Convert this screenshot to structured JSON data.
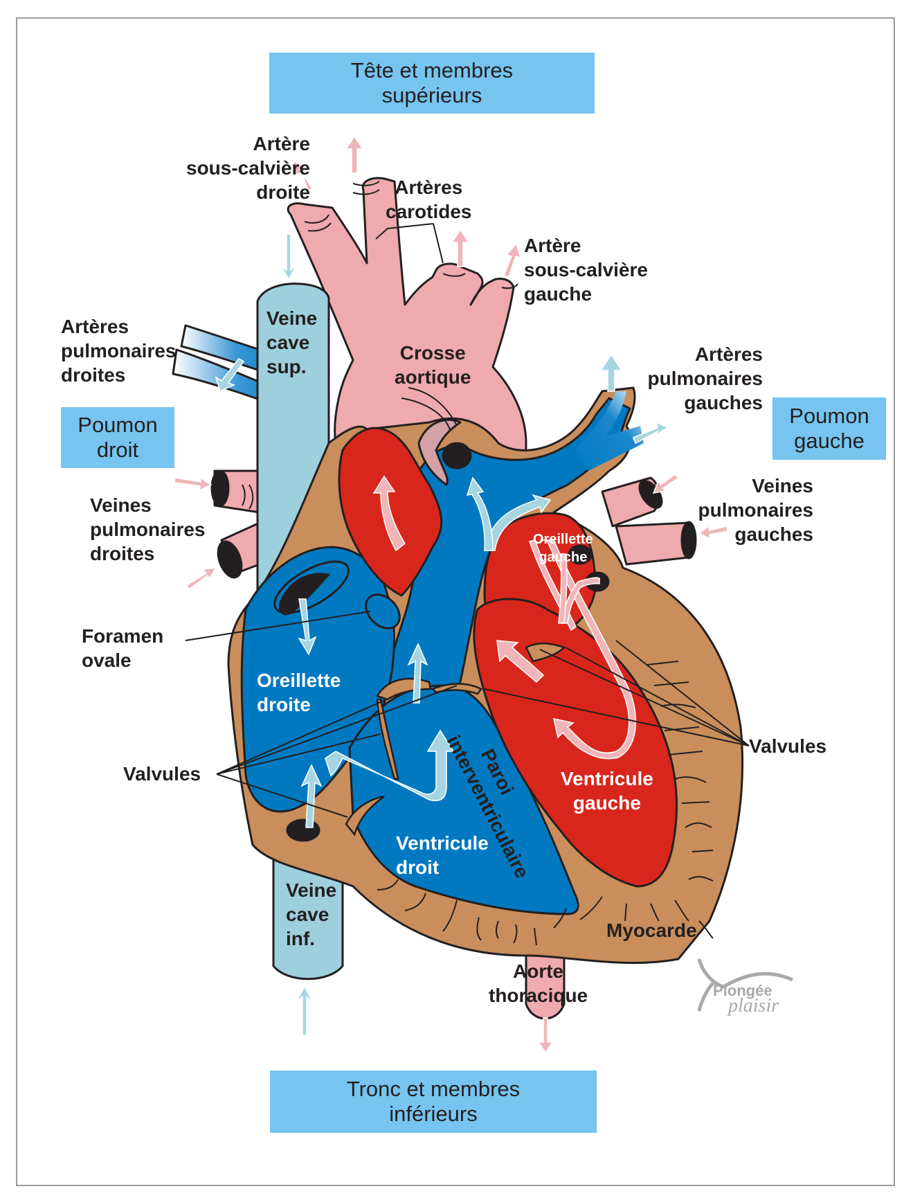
{
  "diagram": {
    "title": "Cœur humain — anatomie et circulation",
    "colors": {
      "box": "#76c4ef",
      "oxygenated_blood": "#d9261c",
      "deoxygenated_blood": "#0079c1",
      "vena_cava": "#9ecfdc",
      "arteries": "#eeaaad",
      "myocardium": "#c98e5b",
      "flow_arrow_blue": "#a7d6e2",
      "flow_arrow_pink": "#f0b5b8",
      "text": "#231f20",
      "watermark": "#a9a9a9"
    },
    "boxes": {
      "top": [
        "Tête et membres",
        "supérieurs"
      ],
      "bottom": [
        "Tronc et membres",
        "inférieurs"
      ],
      "left_lung": [
        "Poumon",
        "droit"
      ],
      "right_lung": [
        "Poumon",
        "gauche"
      ]
    },
    "labels": {
      "right_subclavian": [
        "Artère",
        "sous-calvière",
        "droite"
      ],
      "carotids": [
        "Artères",
        "carotides"
      ],
      "left_subclavian": [
        "Artère",
        "sous-calvière",
        "gauche"
      ],
      "right_pulmonary_arteries": [
        "Artères",
        "pulmonaires",
        "droites"
      ],
      "left_pulmonary_arteries": [
        "Artères",
        "pulmonaires",
        "gauches"
      ],
      "superior_vena_cava": [
        "Veine",
        "cave",
        "sup."
      ],
      "aortic_arch": [
        "Crosse",
        "aortique"
      ],
      "right_pulmonary_veins": [
        "Veines",
        "pulmonaires",
        "droites"
      ],
      "left_pulmonary_veins": [
        "Veines",
        "pulmonaires",
        "gauches"
      ],
      "foramen_ovale": [
        "Foramen",
        "ovale"
      ],
      "right_atrium": [
        "Oreillette",
        "droite"
      ],
      "left_atrium": [
        "Oreillette",
        "gauche"
      ],
      "valves_left": "Valvules",
      "valves_right": "Valvules",
      "septum": [
        "Paroi",
        "interventriculaire"
      ],
      "left_ventricle": [
        "Ventricule",
        "gauche"
      ],
      "right_ventricle": [
        "Ventricule",
        "droit"
      ],
      "inferior_vena_cava": [
        "Veine",
        "cave",
        "inf."
      ],
      "myocardium": "Myocarde",
      "thoracic_aorta": [
        "Aorte",
        "thoracique"
      ]
    },
    "watermark": [
      "Plongée",
      "plaisir"
    ]
  }
}
